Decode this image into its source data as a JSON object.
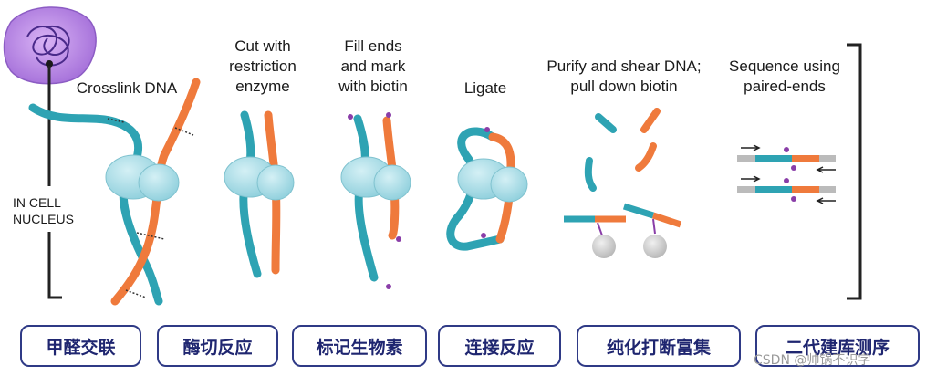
{
  "side_label": [
    "IN CELL",
    "NUCLEUS"
  ],
  "stage_labels": [
    [
      "Crosslink DNA"
    ],
    [
      "Cut with",
      "restriction",
      "enzyme"
    ],
    [
      "Fill ends",
      "and mark",
      "with biotin"
    ],
    [
      "Ligate"
    ],
    [
      "Purify and shear DNA;",
      "pull down biotin"
    ],
    [
      "Sequence using",
      "paired-ends"
    ]
  ],
  "steps": [
    "甲醛交联",
    "酶切反应",
    "标记生物素",
    "连接反应",
    "纯化打断富集",
    "二代建库测序"
  ],
  "watermark": "CSDN @帅锅不识字",
  "colors": {
    "teal": "#2ea3b3",
    "orange": "#ef7a3c",
    "protein": "#a6dbe6",
    "biotin": "#8a3ea8",
    "nucleus": "#b27ae0",
    "step_border": "#2f3a86"
  }
}
